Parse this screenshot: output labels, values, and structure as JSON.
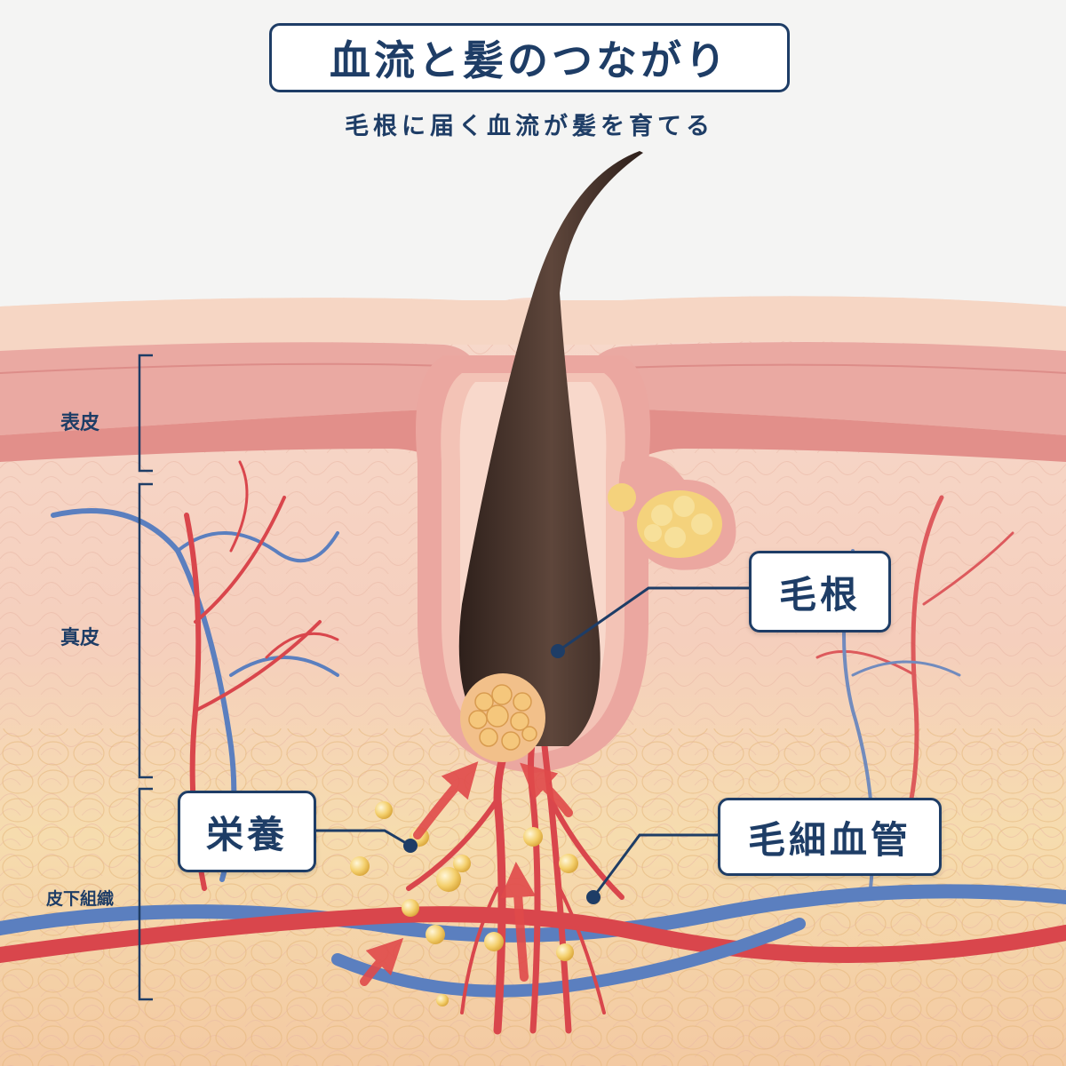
{
  "title": "血流と髪のつながり",
  "subtitle": "毛根に届く血流が髪を育てる",
  "layers": {
    "epidermis": "表皮",
    "dermis": "真皮",
    "subcutaneous": "皮下組織"
  },
  "callouts": {
    "hair_root": "毛根",
    "nutrition": "栄養",
    "capillary": "毛細血管"
  },
  "colors": {
    "label_navy": "#1e3d66",
    "artery_red": "#d9464c",
    "vein_blue": "#5b7fbf",
    "hair_brown": "#4a342c",
    "epidermis_pink": "#e9a09a",
    "dermis_peach": "#f6d2c0",
    "fat_yellow": "#f5d68a"
  }
}
